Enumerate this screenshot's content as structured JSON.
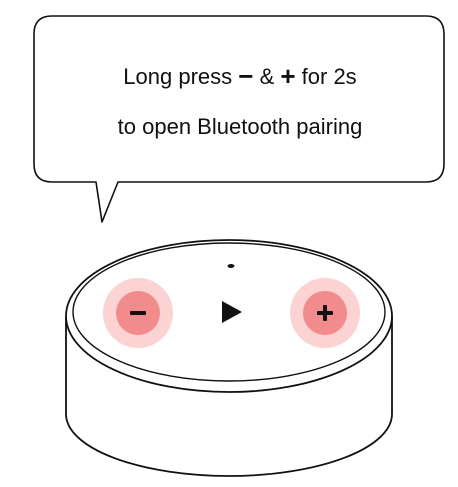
{
  "bubble": {
    "line1_prefix": "Long press ",
    "minus_symbol": "−",
    "ampersand": " & ",
    "plus_symbol": "+",
    "line1_suffix": " for 2s",
    "line2": "to open Bluetooth pairing"
  },
  "speaker": {
    "buttons": [
      {
        "name": "volume-down",
        "symbol": "−"
      },
      {
        "name": "play-pause",
        "symbol": "▶"
      },
      {
        "name": "volume-up",
        "symbol": "+"
      }
    ],
    "highlight_color": "#f28c8c",
    "halo_color": "#fbd3d3",
    "outline_color": "#111111"
  }
}
